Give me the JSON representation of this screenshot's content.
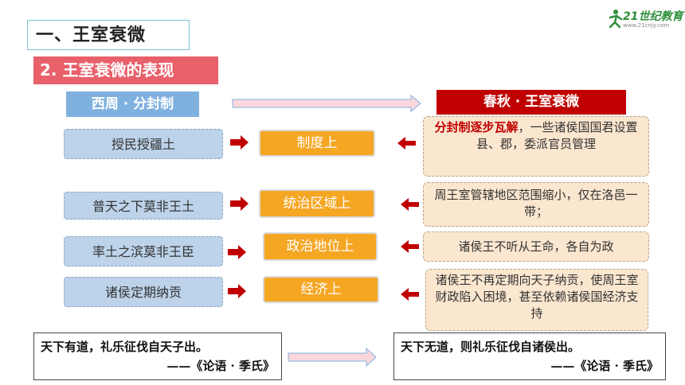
{
  "logo": {
    "text": "21世纪教育",
    "sub": "www.21cnjy.com"
  },
  "section_title": "一、王室衰微",
  "sub_title": "2. 王室衰微的表现",
  "left_header": "西周 · 分封制",
  "right_header": "春秋 · 王室衰微",
  "rows": [
    {
      "left": "授民授疆土",
      "middle": "制度上",
      "right_highlight": "分封制逐步瓦解",
      "right_text": "，一些诸侯国国君设置县、郡，委派官员管理"
    },
    {
      "left": "普天之下莫非王土",
      "middle": "统治区域上",
      "right_highlight": "",
      "right_text": "周王室管辖地区范围缩小，仅在洛邑一带；"
    },
    {
      "left": "率土之滨莫非王臣",
      "middle": "政治地位上",
      "right_highlight": "",
      "right_text": "诸侯王不听从王命，各自为政"
    },
    {
      "left": "诸侯定期纳贡",
      "middle": "经济上",
      "right_highlight": "",
      "right_text": "诸侯王不再定期向天子纳贡，使周王室财政陷入困境，甚至依赖诸侯国经济支持"
    }
  ],
  "quote_left": {
    "text": "天下有道，礼乐征伐自天子出。",
    "source": "——《论语 · 季氏》"
  },
  "quote_right": {
    "text": "天下无道，则礼乐征伐自诸侯出。",
    "source": "——《论语 · 季氏》"
  },
  "colors": {
    "orange": "#f5a623",
    "red": "#c00000",
    "blue_header": "#7fb1df",
    "pink": "#e8606a"
  }
}
